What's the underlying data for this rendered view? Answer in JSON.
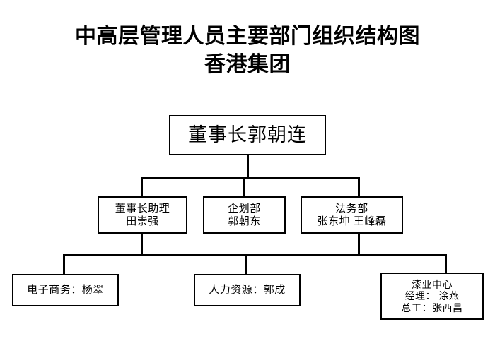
{
  "title": {
    "line1": "中高层管理人员主要部门组织结构图",
    "line2": "香港集团"
  },
  "chart_data": {
    "type": "diagram",
    "diagram_type": "organization-chart",
    "orientation": "top-down",
    "nodes": [
      {
        "id": "root",
        "level": 0,
        "lines": [
          "董事长郭朝连"
        ]
      },
      {
        "id": "assistant",
        "level": 1,
        "lines": [
          "董事长助理",
          "田崇强"
        ]
      },
      {
        "id": "planning",
        "level": 1,
        "lines": [
          "企划部",
          "郭朝东"
        ]
      },
      {
        "id": "legal",
        "level": 1,
        "lines": [
          "法务部",
          "张东坤 王峰磊"
        ]
      },
      {
        "id": "ecommerce",
        "level": 2,
        "lines": [
          "电子商务：杨翠"
        ]
      },
      {
        "id": "hr",
        "level": 2,
        "lines": [
          "人力资源：郭成"
        ]
      },
      {
        "id": "paint",
        "level": 2,
        "lines": [
          "漆业中心",
          "经理： 涂燕",
          "总工：张西昌"
        ]
      }
    ],
    "edges": [
      {
        "from": "root",
        "to": "assistant"
      },
      {
        "from": "root",
        "to": "planning"
      },
      {
        "from": "root",
        "to": "legal"
      },
      {
        "from": "assistant",
        "to": "ecommerce"
      },
      {
        "from": "assistant",
        "to": "hr"
      },
      {
        "from": "assistant",
        "to": "paint"
      },
      {
        "from": "legal",
        "to": "ecommerce"
      },
      {
        "from": "legal",
        "to": "hr"
      },
      {
        "from": "legal",
        "to": "paint"
      }
    ],
    "colors": {
      "background": "#ffffff",
      "line": "#000000",
      "text": "#000000"
    }
  },
  "nodes": {
    "root": {
      "l1": "董事长郭朝连"
    },
    "assistant": {
      "l1": "董事长助理",
      "l2": "田崇强"
    },
    "planning": {
      "l1": "企划部",
      "l2": "郭朝东"
    },
    "legal": {
      "l1": "法务部",
      "l2": "张东坤 王峰磊"
    },
    "ecommerce": {
      "l1": "电子商务：杨翠"
    },
    "hr": {
      "l1": "人力资源：郭成"
    },
    "paint": {
      "l1": "漆业中心",
      "l2": "经理： 涂燕",
      "l3": "总工：张西昌"
    }
  }
}
